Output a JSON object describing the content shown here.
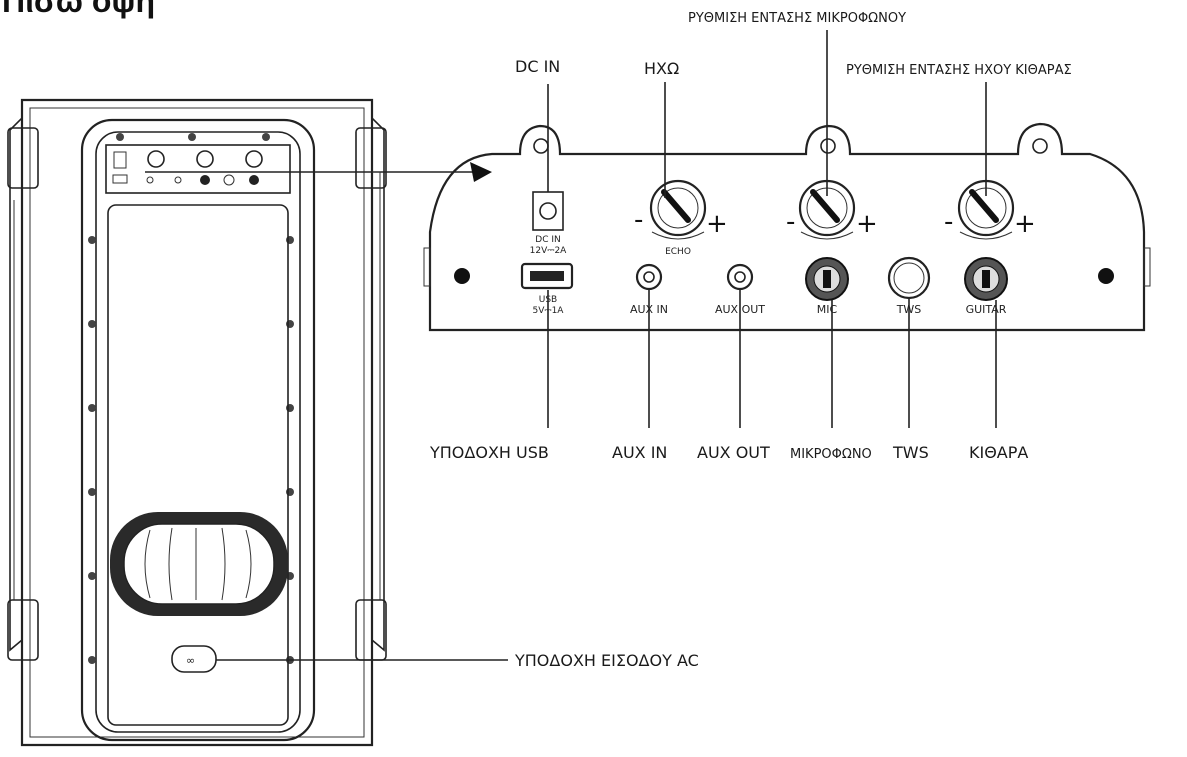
{
  "title": "Πισω οψη",
  "labels": {
    "dc_in": "DC IN",
    "echo": "ΗΧΩ",
    "mic_volume": "ΡΥΘΜΙΣΗ ΕΝΤΑΣΗΣ ΜΙΚΡΟΦΩΝΟΥ",
    "guitar_volume": "ΡΥΘΜΙΣΗ ΕΝΤΑΣΗΣ ΗΧΟΥ ΚΙΘΑΡΑΣ",
    "usb_socket": "ΥΠΟΔΟΧΗ USB",
    "aux_in": "AUX IN",
    "aux_out": "AUX OUT",
    "microphone": "ΜΙΚΡΟΦΩΝΟ",
    "tws": "TWS",
    "guitar": "ΚΙΘΑΡΑ",
    "ac_input": "ΥΠΟΔΟΧΗ ΕΙΣΟΔΟΥ AC"
  },
  "panel_marks": {
    "dc_in": "DC IN",
    "dc_rating": "12V⎓2A",
    "echo": "ECHO",
    "usb": "USB",
    "usb_rating": "5V⎓1A",
    "aux_in": "AUX IN",
    "aux_out": "AUX OUT",
    "mic": "MIC",
    "tws": "TWS",
    "guitar": "GUITAR",
    "minus": "-",
    "plus": "+"
  }
}
